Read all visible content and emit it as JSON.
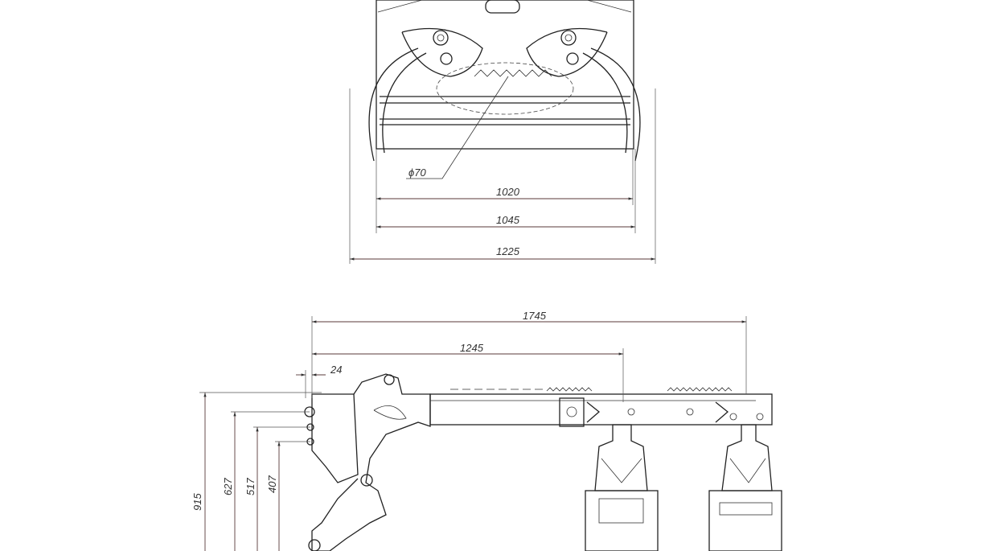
{
  "top_view": {
    "diameter_label": "ϕ70",
    "dimensions": [
      "1020",
      "1045",
      "1225"
    ]
  },
  "side_view": {
    "horizontal_dimensions": [
      "1745",
      "1245",
      "24"
    ],
    "vertical_dimensions": [
      "915",
      "627",
      "517",
      "407"
    ]
  }
}
